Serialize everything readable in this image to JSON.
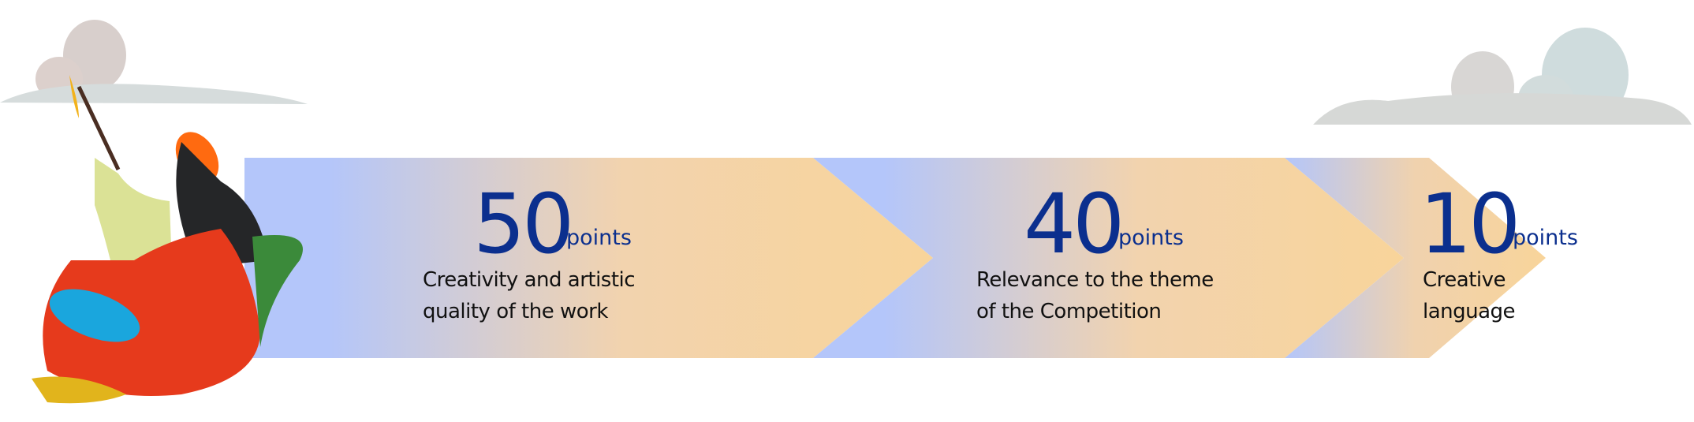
{
  "criteria": [
    {
      "value": "50",
      "unit": "points",
      "line1": "Creativity and artistic",
      "line2": "quality of the work"
    },
    {
      "value": "40",
      "unit": "points",
      "line1": "Relevance to the theme",
      "line2": "of the Competition"
    },
    {
      "value": "10",
      "unit": "points",
      "line1": "Creative",
      "line2": "language"
    }
  ],
  "colors": {
    "accent": "#0b2f8e",
    "gradient_start": "#b4c6fa",
    "gradient_end": "#f8d49a"
  }
}
